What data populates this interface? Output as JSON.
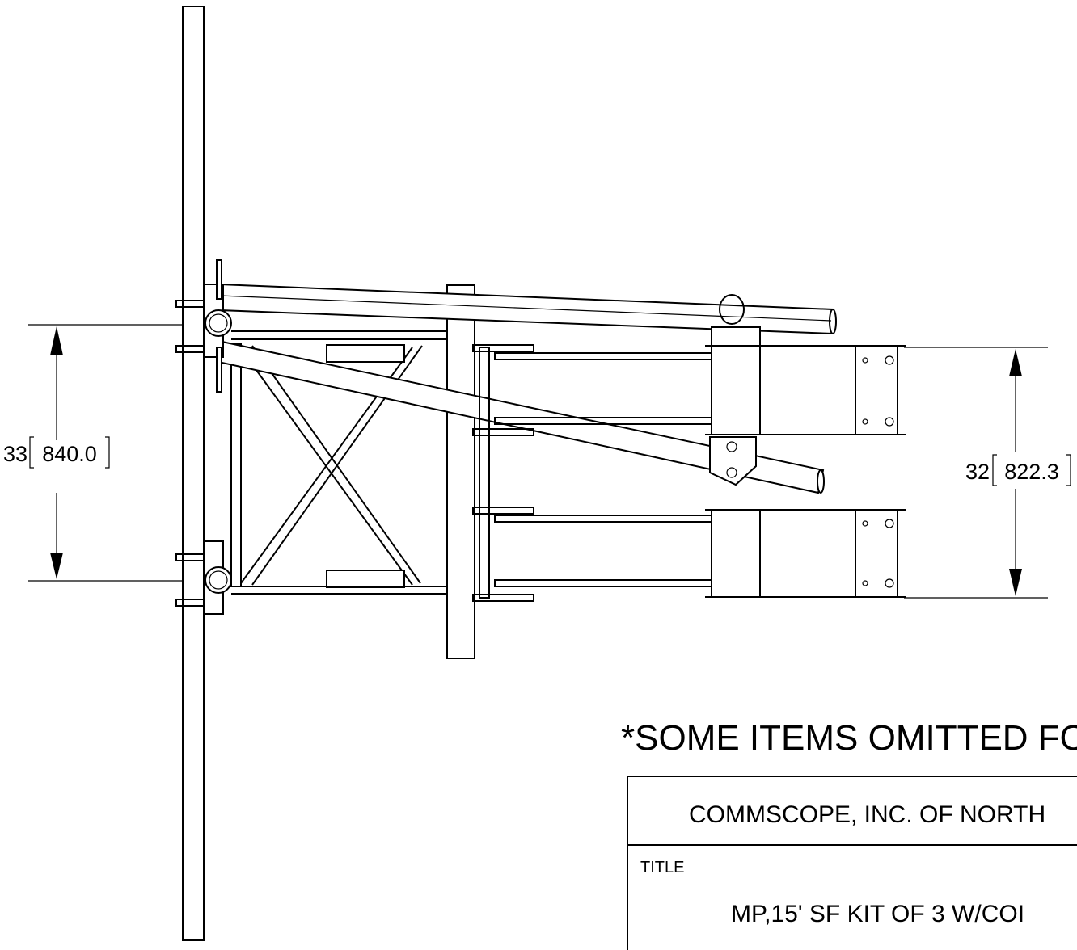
{
  "dimensions": {
    "left": {
      "value": "33",
      "metric": "840.0"
    },
    "right": {
      "value": "32",
      "metric": "822.3"
    }
  },
  "note": "*SOME ITEMS OMITTED FO",
  "title_block": {
    "company": "COMMSCOPE, INC. OF NORTH",
    "title_label": "TITLE",
    "title": "MP,15' SF KIT OF 3 W/COI"
  }
}
